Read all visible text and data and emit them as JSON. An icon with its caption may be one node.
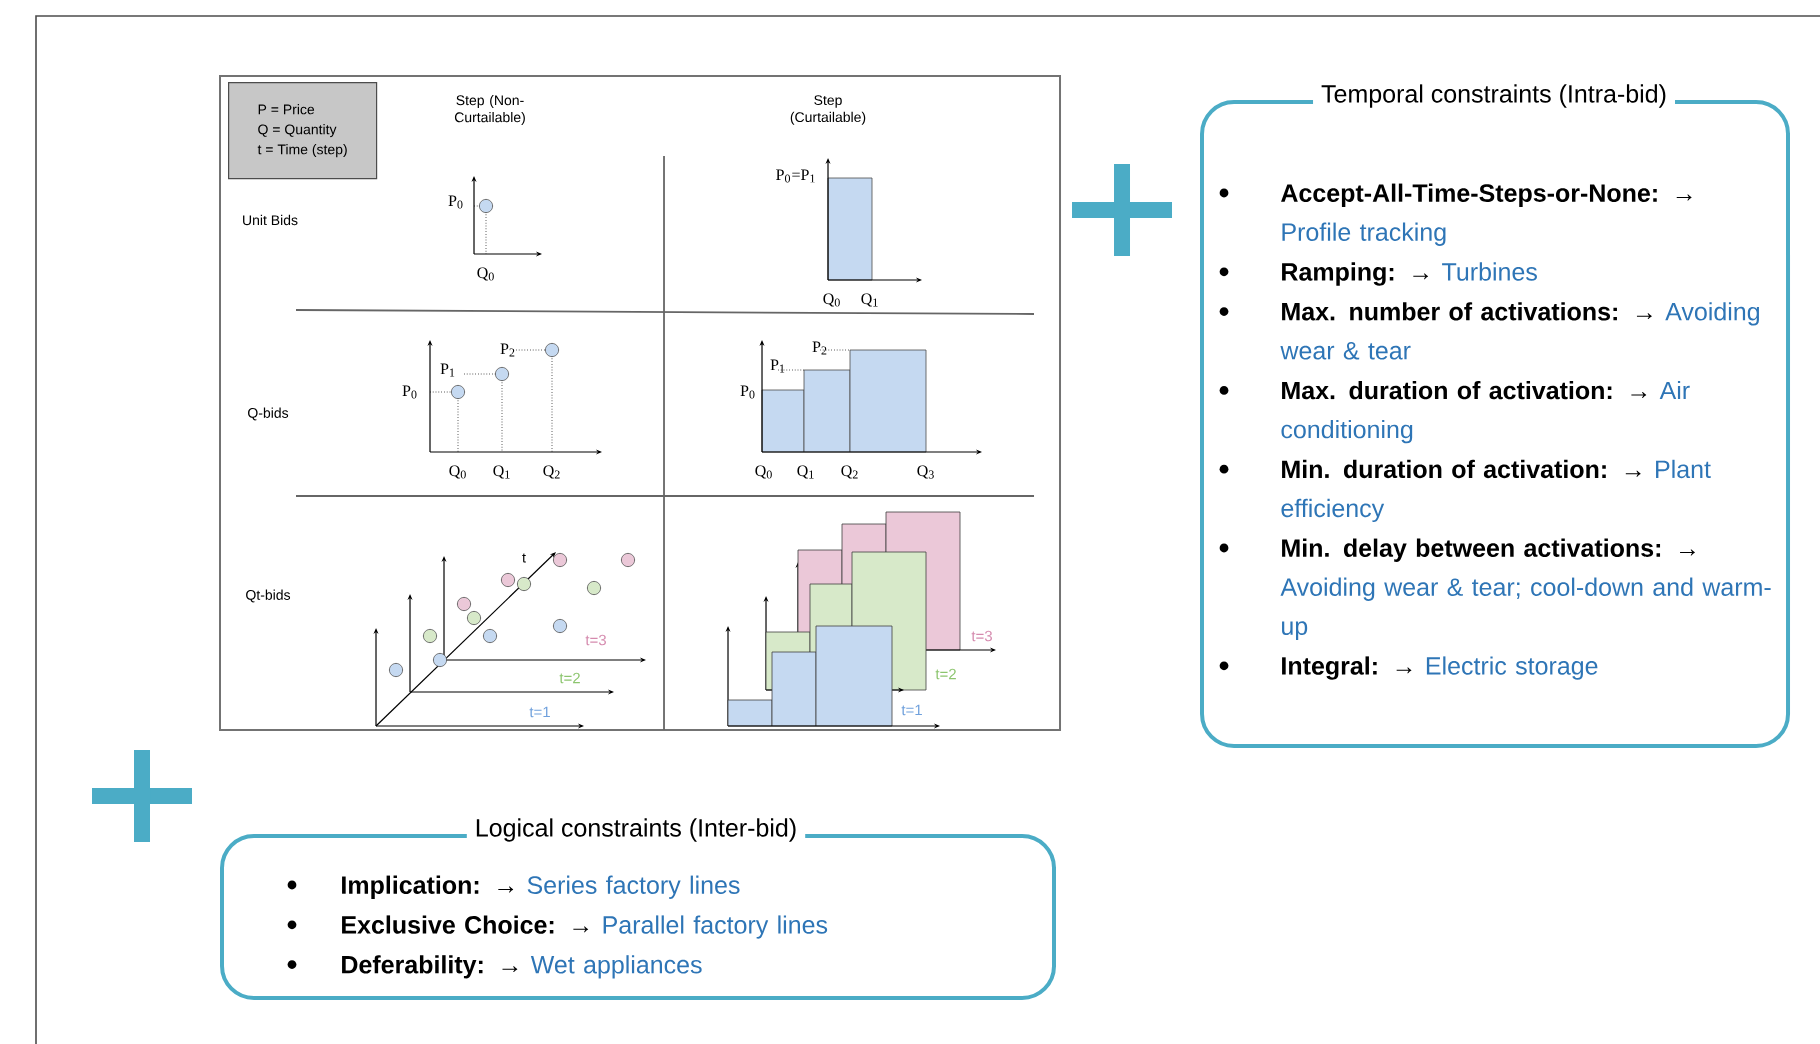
{
  "diagram": {
    "nodes": [
      {
        "text": [
          "P = Price",
          "Q = Quantity",
          "t = Time (step)"
        ]
      },
      {
        "text": [
          "Temporal constraints (Intra-bid)",
          "Accept-All-Time-Steps-or-None: →",
          "Profile tracking",
          "Ramping: →",
          "Turbines",
          "Max. number of activations: →",
          "Avoiding wear & tear",
          "Max. duration of activation: →",
          "Air conditioning",
          "Min. duration of activation: →",
          "Plant efficiency",
          "Min. delay between activations: →",
          "Avoiding wear & tear; cool-down and warm-up",
          "Integral: →",
          "Electric storage"
        ]
      },
      {
        "text": [
          "Logical constraints (Inter-bid)",
          "Implication: →",
          "Series factory lines",
          "Exclusive Choice: →",
          "Parallel factory lines",
          "Deferability: →",
          "Wet appliances"
        ]
      }
    ],
    "labels": [
      "Step (Non-Curtailable)",
      "Step (Curtailable)",
      "Unit Bids",
      "P$_{0}$",
      "Q$_{0}$",
      "P$_{0}$=P$_{1}$",
      "Q$_{0}$",
      "Q$_{1}$",
      "Q-bids",
      "P$_{0}$",
      "P$_{1}$",
      "P$_{2}$",
      "Q$_{0}$",
      "Q$_{1}$",
      "Q$_{2}$",
      "P$_{0}$",
      "P$_{1}$",
      "P$_{2}$",
      "Q$_{0}$",
      "Q$_{1}$",
      "Q$_{2}$",
      "Q$_{3}$",
      "Qt-bids",
      "t",
      "t=3",
      "t=2",
      "t=1",
      "t=3",
      "t=2",
      "t=1"
    ]
  }
}
